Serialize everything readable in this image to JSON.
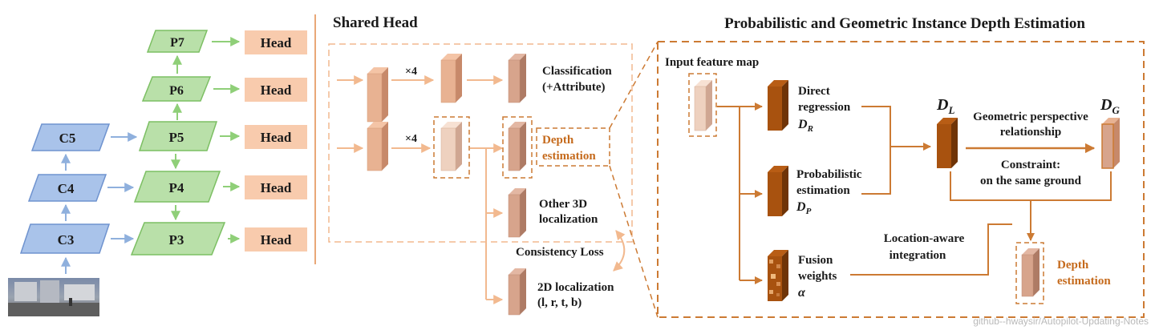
{
  "fpn": {
    "c_levels": [
      "C5",
      "C4",
      "C3"
    ],
    "p_levels": [
      "P7",
      "P6",
      "P5",
      "P4",
      "P3"
    ],
    "head_label": "Head"
  },
  "shared_head": {
    "title": "Shared Head",
    "times4": "×4",
    "classification_line1": "Classification",
    "classification_line2": "(+Attribute)",
    "depth_line1": "Depth",
    "depth_line2": "estimation",
    "other3d_line1": "Other 3D",
    "other3d_line2": "localization",
    "consistency": "Consistency Loss",
    "loc2d_line1": "2D localization",
    "loc2d_line2": "(l, r, t, b)"
  },
  "depth_module": {
    "title": "Probabilistic and Geometric Instance Depth Estimation",
    "input_label": "Input feature map",
    "direct_line1": "Direct",
    "direct_line2": "regression",
    "direct_sym": "D",
    "direct_sub": "R",
    "prob_line1": "Probabilistic",
    "prob_line2": "estimation",
    "prob_sym": "D",
    "prob_sub": "P",
    "fusion_line1": "Fusion",
    "fusion_line2": "weights",
    "fusion_sym": "α",
    "dl_sym": "D",
    "dl_sub": "L",
    "dg_sym": "D",
    "dg_sub": "G",
    "geo_line1": "Geometric perspective",
    "geo_line2": "relationship",
    "constraint_line1": "Constraint:",
    "constraint_line2": "on the same ground",
    "loc_aware_line1": "Location-aware",
    "loc_aware_line2": "integration",
    "depth_out_line1": "Depth",
    "depth_out_line2": "estimation"
  },
  "watermark": "github--hwaysir/Autopilot-Updating-Notes",
  "colors": {
    "blue_fill": "#a9c3ea",
    "blue_stroke": "#6f93cf",
    "green_fill": "#b9e0a9",
    "green_stroke": "#7cbf63",
    "head_fill": "#f8cbad",
    "orange": "#cc7a33",
    "dark_brown": "#a8520f"
  }
}
